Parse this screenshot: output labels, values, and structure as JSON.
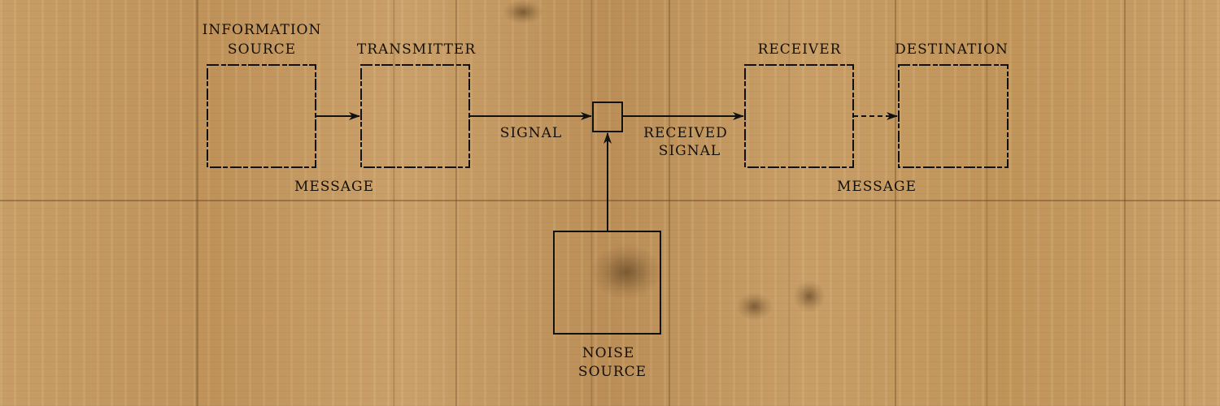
{
  "diagram": {
    "blocks": {
      "information_source": [
        "INFORMATION",
        "SOURCE"
      ],
      "transmitter": [
        "TRANSMITTER"
      ],
      "receiver": [
        "RECEIVER"
      ],
      "destination": [
        "DESTINATION"
      ],
      "noise_source": [
        "NOISE",
        "SOURCE"
      ]
    },
    "edge_labels": {
      "message_left": "MESSAGE",
      "signal": "SIGNAL",
      "received_signal": [
        "RECEIVED",
        "SIGNAL"
      ],
      "message_right": "MESSAGE"
    },
    "colors": {
      "ink": "#111111",
      "wood": "#c49a62"
    }
  }
}
